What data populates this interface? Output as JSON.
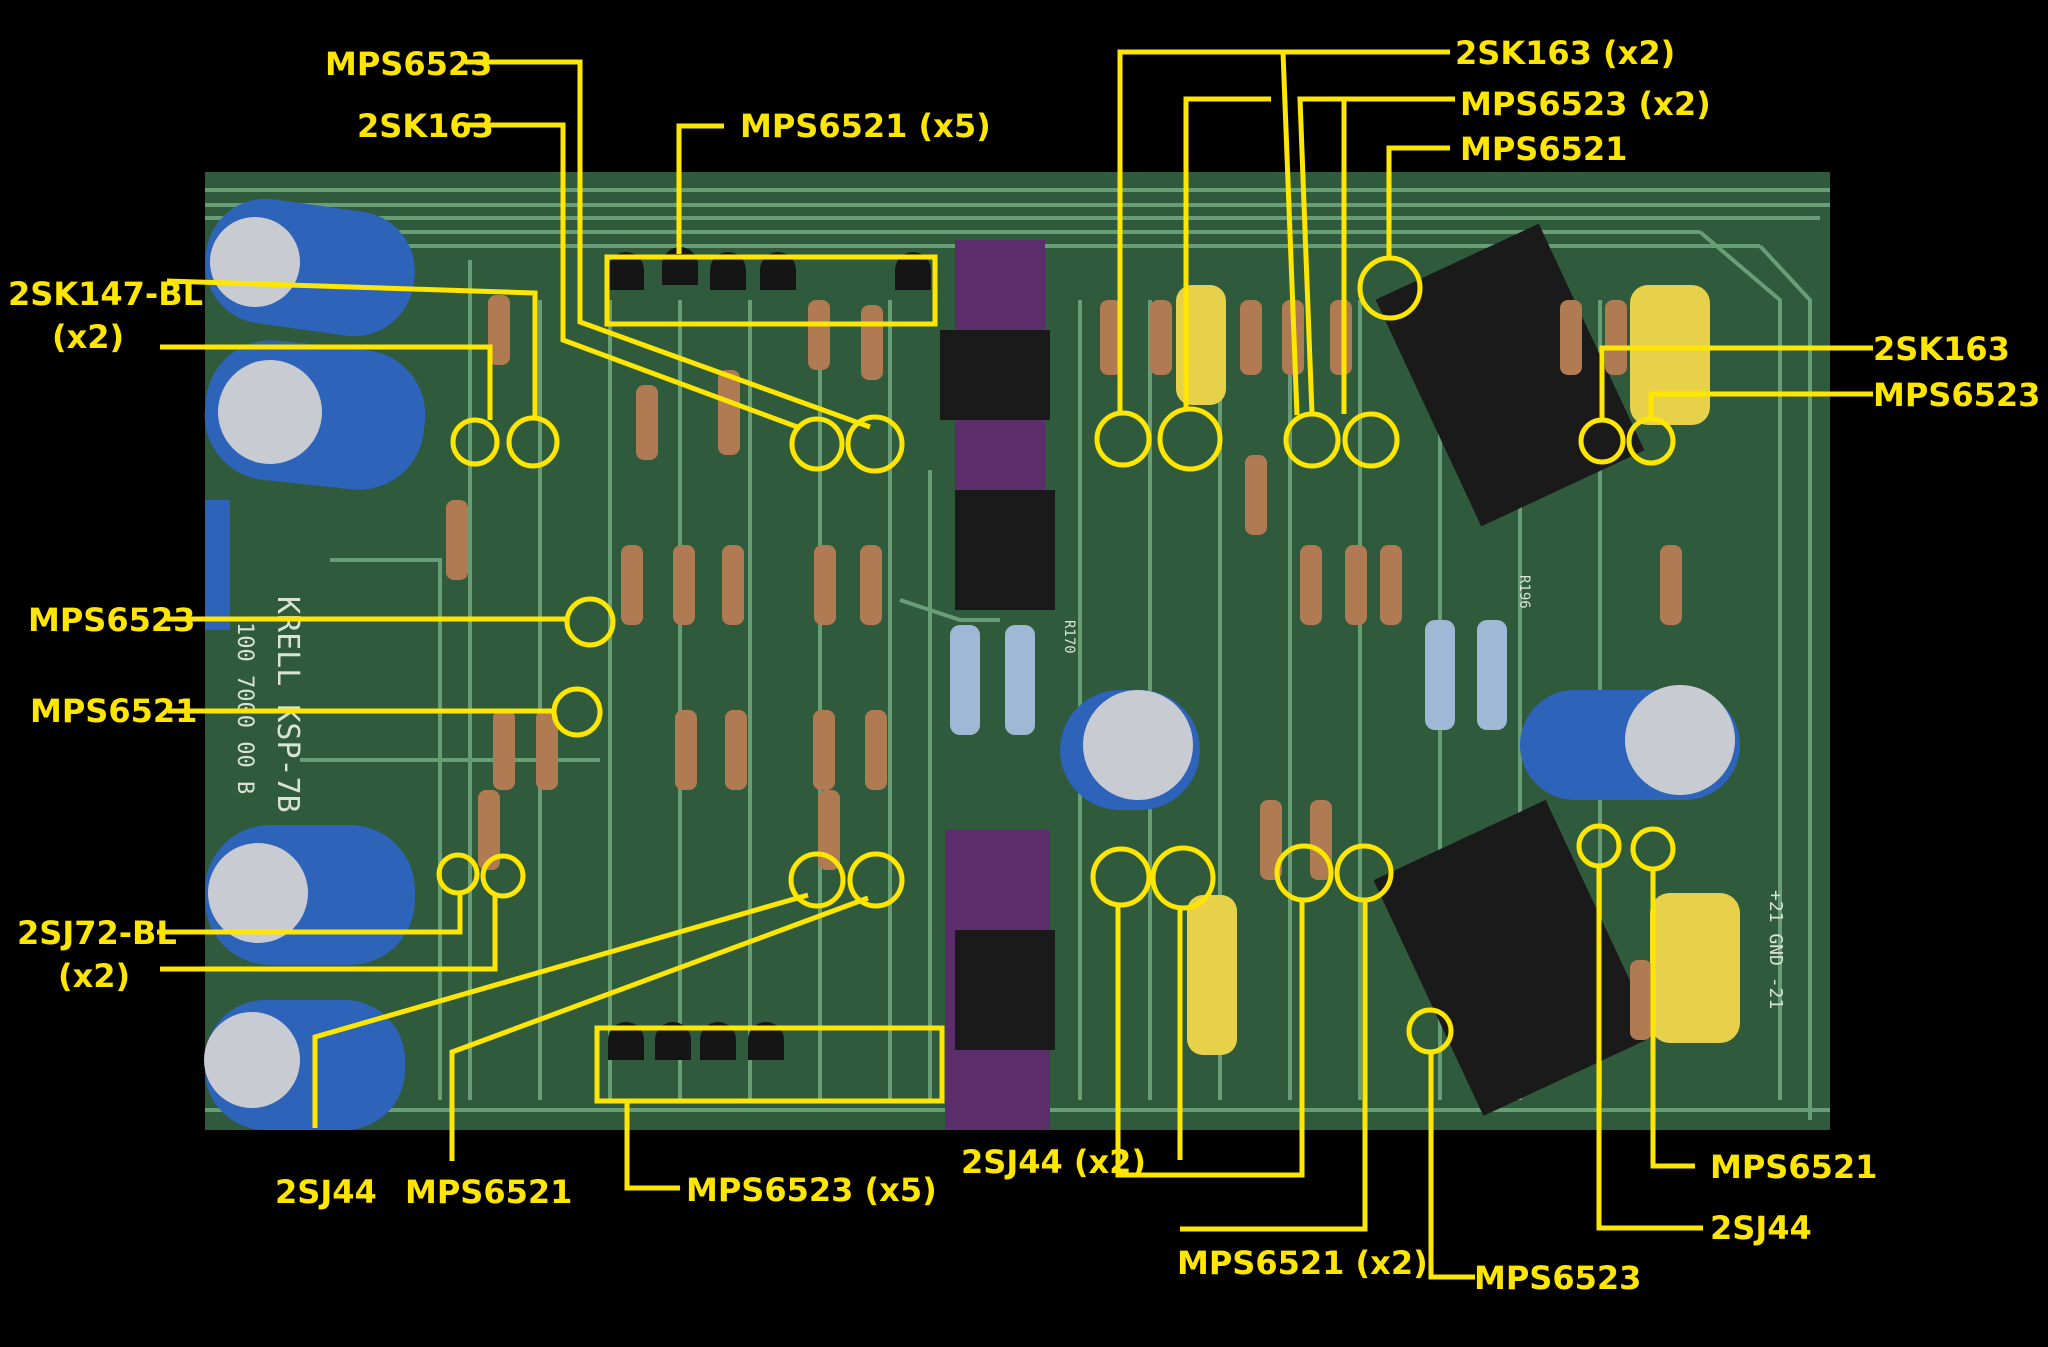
{
  "colors": {
    "background": "#000000",
    "annotation": "#FFE600",
    "pcb": "#2f5a3b",
    "trace": "#6fa57d",
    "heatsink": "#1a1a1a",
    "heatsink_purple": "#5b2e6b",
    "capacitor_blue": "#2d63b8",
    "capacitor_yellow": "#e8d14a",
    "resistor_body": "#b07a52"
  },
  "board": {
    "silkscreen_name": "KRELL KSP-7B",
    "silkscreen_part": "100 7000 00 B",
    "power_label": "+21  GND  -21",
    "ref_r170": "R170",
    "ref_r196": "R196"
  },
  "labels": {
    "mps6523_top": "MPS6523",
    "2sk163_top": "2SK163",
    "mps6521_x5": "MPS6521 (x5)",
    "2sk147_line1": "2SK147-BL",
    "2sk147_line2": "(x2)",
    "mps6523_left": "MPS6523",
    "mps6521_left": "MPS6521",
    "2sj72_line1": "2SJ72-BL",
    "2sj72_line2": "(x2)",
    "2sj44_bottom": "2SJ44",
    "mps6521_bottom": "MPS6521",
    "mps6523_x5": "MPS6523 (x5)",
    "2sk163_x2": "2SK163 (x2)",
    "mps6523_x2": "MPS6523 (x2)",
    "mps6521_right_top": "MPS6521",
    "2sk163_right": "2SK163",
    "mps6523_right": "MPS6523",
    "2sj44_x2": "2SJ44 (x2)",
    "mps6521_x2": "MPS6521 (x2)",
    "mps6523_bottom_right": "MPS6523",
    "mps6521_right_bottom": "MPS6521",
    "2sj44_right_bottom": "2SJ44"
  }
}
